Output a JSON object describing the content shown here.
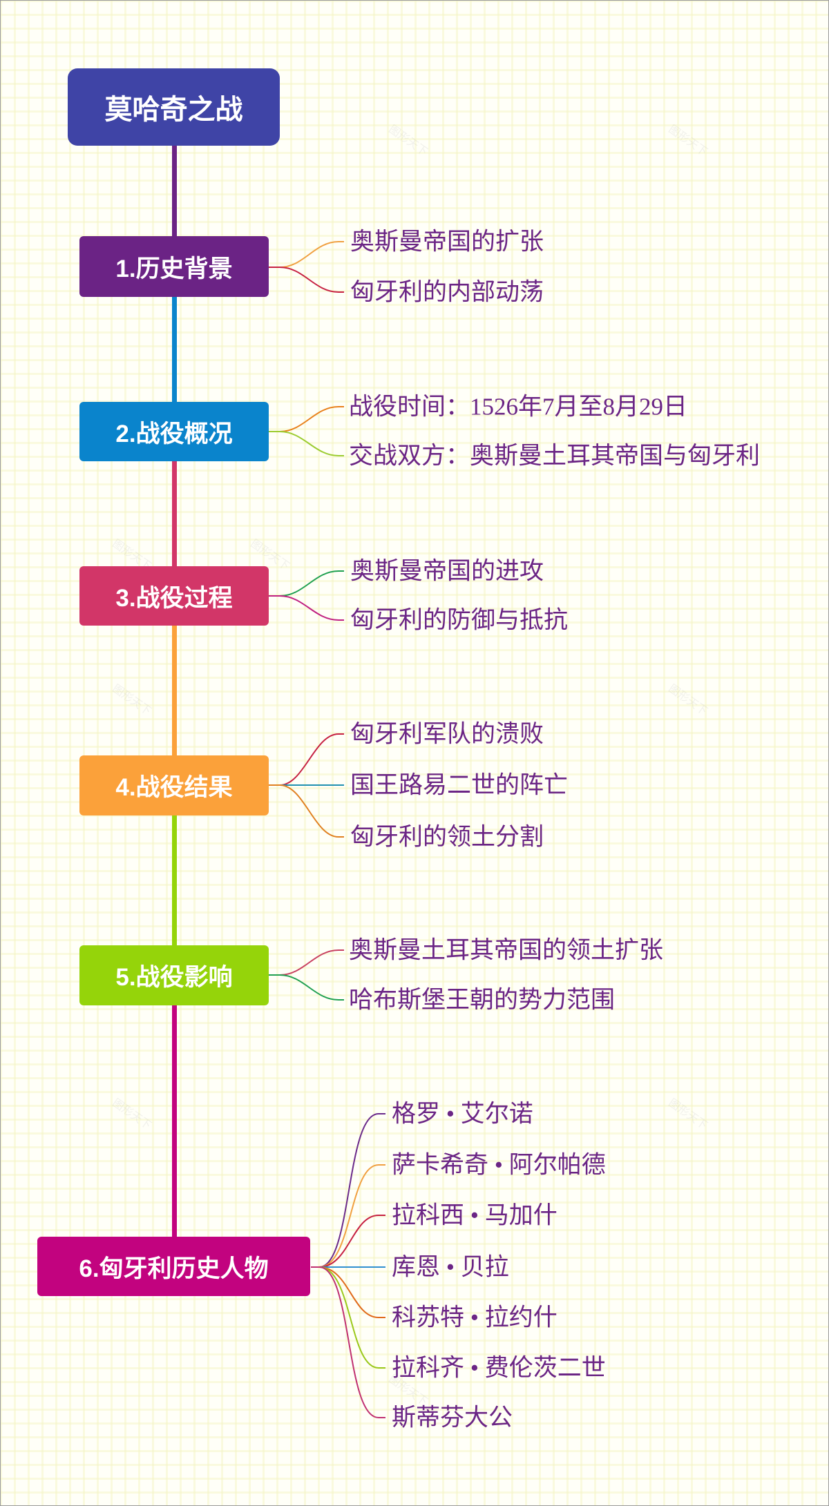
{
  "title": "莫哈奇之战",
  "colors": {
    "root": "#3f44a6",
    "leaf_text": "#6b2585"
  },
  "sections": [
    {
      "label": "1.历史背景",
      "color": "#6b2385",
      "children": [
        "奥斯曼帝国的扩张",
        "匈牙利的内部动荡"
      ]
    },
    {
      "label": "2.战役概况",
      "color": "#0a84cc",
      "children": [
        "战役时间：1526年7月至8月29日",
        "交战双方：奥斯曼土耳其帝国与匈牙利"
      ]
    },
    {
      "label": "3.战役过程",
      "color": "#d23668",
      "children": [
        "奥斯曼帝国的进攻",
        "匈牙利的防御与抵抗"
      ]
    },
    {
      "label": "4.战役结果",
      "color": "#fba13a",
      "children": [
        "匈牙利军队的溃败",
        "国王路易二世的阵亡",
        "匈牙利的领土分割"
      ]
    },
    {
      "label": "5.战役影响",
      "color": "#95d40a",
      "children": [
        "奥斯曼土耳其帝国的领土扩张",
        "哈布斯堡王朝的势力范围"
      ]
    },
    {
      "label": "6.匈牙利历史人物",
      "color": "#c2037f",
      "children": [
        "格罗 • 艾尔诺",
        "萨卡希奇 • 阿尔帕德",
        "拉科西 • 马加什",
        "库恩 • 贝拉",
        "科苏特 • 拉约什",
        "拉科齐 • 费伦茨二世",
        "斯蒂芬大公"
      ]
    }
  ],
  "watermark": "图形天下"
}
